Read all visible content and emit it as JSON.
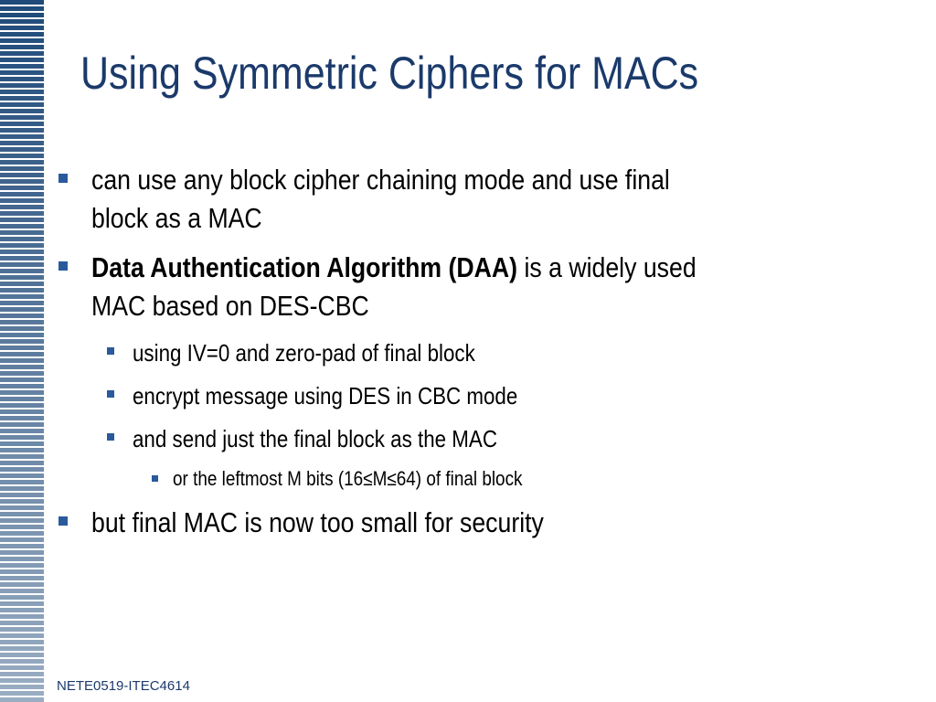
{
  "theme": {
    "title_color": "#1b3a6b",
    "stripe_color": "#1f4a7a",
    "bullet_color": "#2a5a9c"
  },
  "slide": {
    "title": "Using Symmetric Ciphers for MACs",
    "bullets": [
      {
        "level": 1,
        "lines": [
          "can use any block cipher chaining mode and use final",
          "block as a MAC"
        ]
      },
      {
        "level": 1,
        "bold": "Data Authentication Algorithm (DAA)",
        "rest_line1": " is a widely used",
        "rest_line2": "MAC based on DES-CBC"
      },
      {
        "level": 2,
        "text": "using IV=0 and zero-pad of final block"
      },
      {
        "level": 2,
        "text": "encrypt message using DES in CBC mode"
      },
      {
        "level": 2,
        "text": "and send just the final block as the MAC"
      },
      {
        "level": 3,
        "text": "or the leftmost M bits (16≤M≤64) of final block"
      },
      {
        "level": 1,
        "text": "but final MAC is now too small for security"
      }
    ],
    "footer": "NETE0519-ITEC4614"
  }
}
